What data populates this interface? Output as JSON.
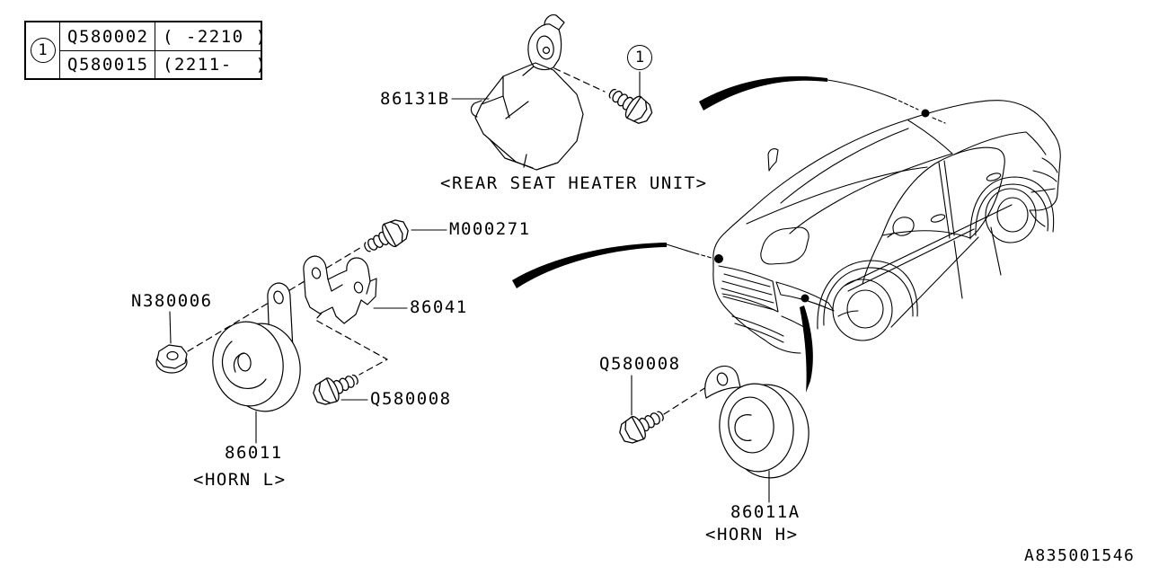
{
  "page": {
    "background": "#ffffff",
    "line_color": "#000000",
    "diagram_code": "A835001546"
  },
  "ref_table": {
    "ref_no": "1",
    "rows": [
      {
        "part_no": "Q580002",
        "applicability": "( -2210 )"
      },
      {
        "part_no": "Q580015",
        "applicability": "(2211-  )"
      }
    ]
  },
  "labels": {
    "heater_unit_part": "86131B",
    "heater_unit_caption": "<REAR SEAT HEATER UNIT>",
    "heater_bolt_ref": "1",
    "bracket_bolt_part": "M000271",
    "horn_nut_part": "N380006",
    "horn_bracket_part": "86041",
    "horn_l_bolt_part": "Q580008",
    "horn_l_part": "86011",
    "horn_l_caption": "<HORN L>",
    "horn_h_bolt_part": "Q580008",
    "horn_h_part": "86011A",
    "horn_h_caption": "<HORN H>"
  }
}
